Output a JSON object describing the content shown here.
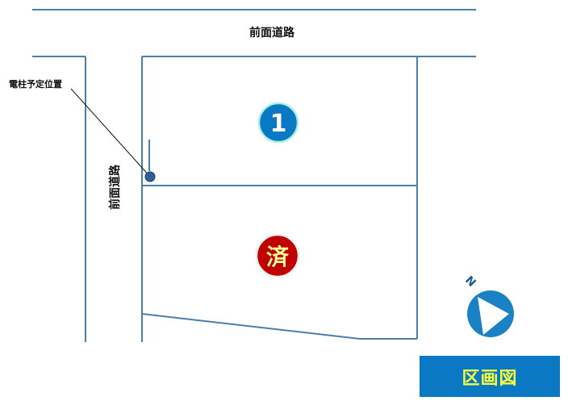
{
  "road_top_label": "前面道路",
  "road_left_label": "前面道路",
  "pole_label": "電柱予定位置",
  "lot1_label": "1",
  "lot2_label": "済",
  "north_label": "N",
  "banner_label": "区画図",
  "colors": {
    "line": "#4a7fa8",
    "lot1_badge": "#0b78c4",
    "lot1_badge_ring": "#a8f0e0",
    "lot2_badge": "#c00000",
    "lot2_badge_text": "#ffff99",
    "banner_bg": "#0b78c4",
    "banner_text": "#f7ff3c",
    "compass": "#1a82c4"
  }
}
